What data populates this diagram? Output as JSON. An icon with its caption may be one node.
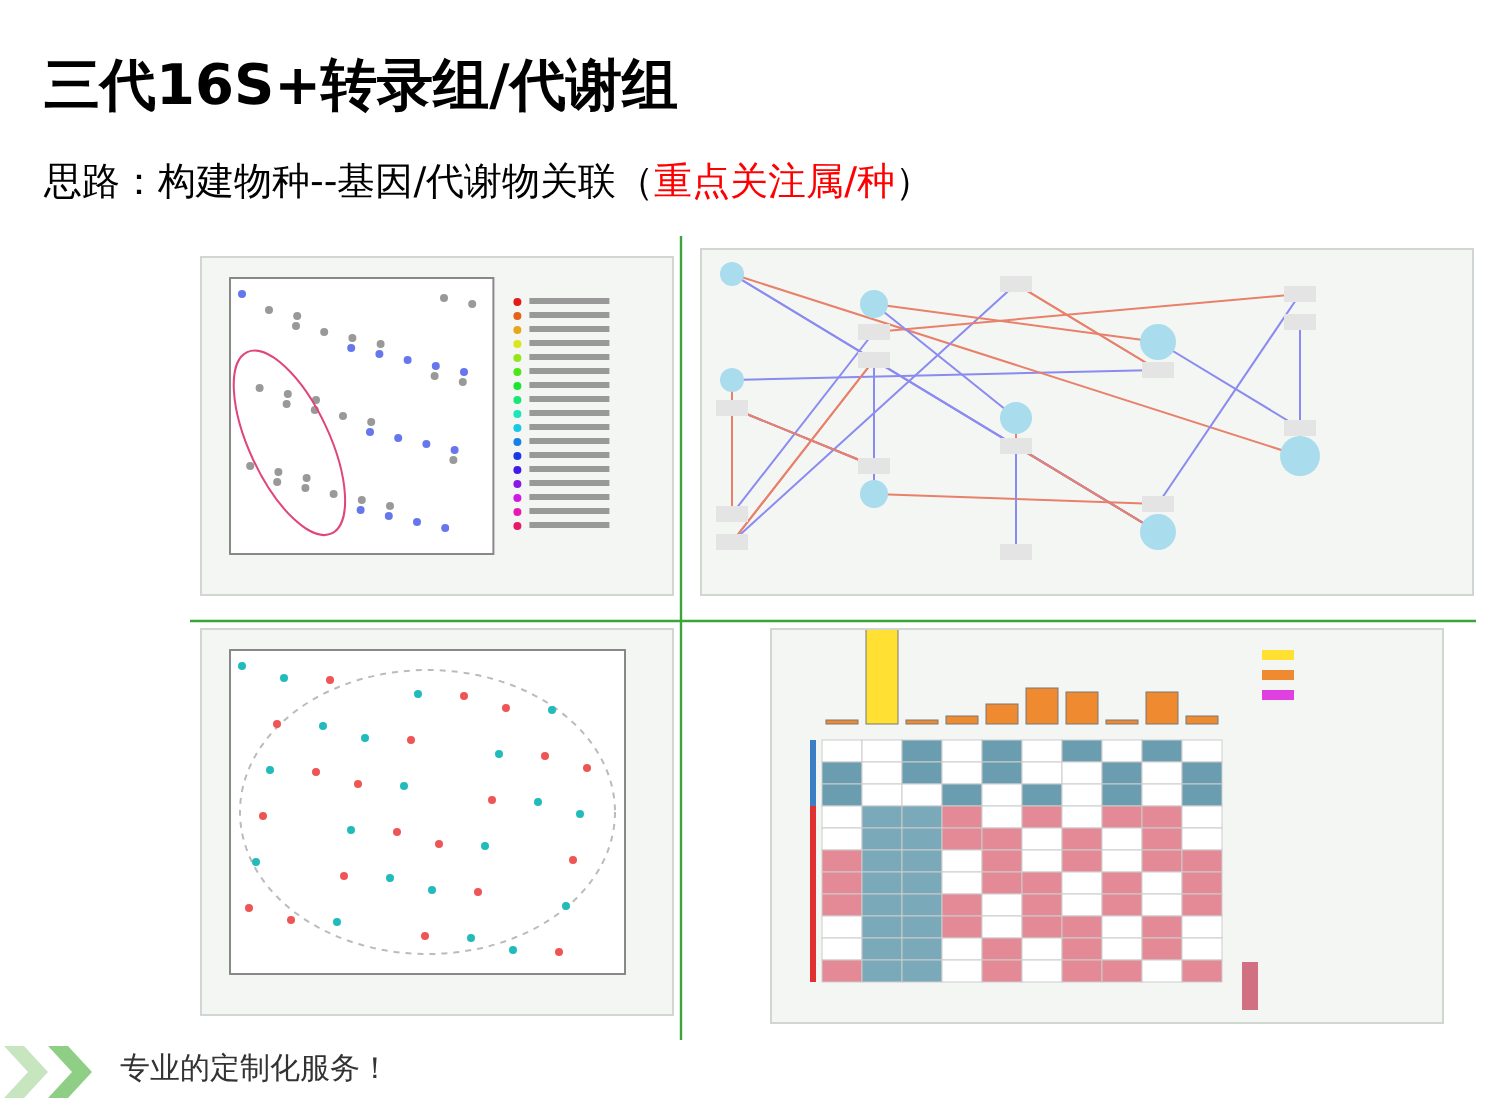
{
  "diagram": {
    "title": "三代16S+转录组/代谢组",
    "nodes": [
      {
        "text": [],
        "shape": "picture"
      },
      {
        "text": [],
        "shape": "picture"
      },
      {
        "text": [],
        "shape": "picture"
      },
      {
        "text": [],
        "shape": "picture"
      }
    ],
    "labels": [
      "思路：构建物种--基因/代谢物关联（",
      "重点关注属/种",
      "）",
      "专业的定制化服务！"
    ]
  }
}
